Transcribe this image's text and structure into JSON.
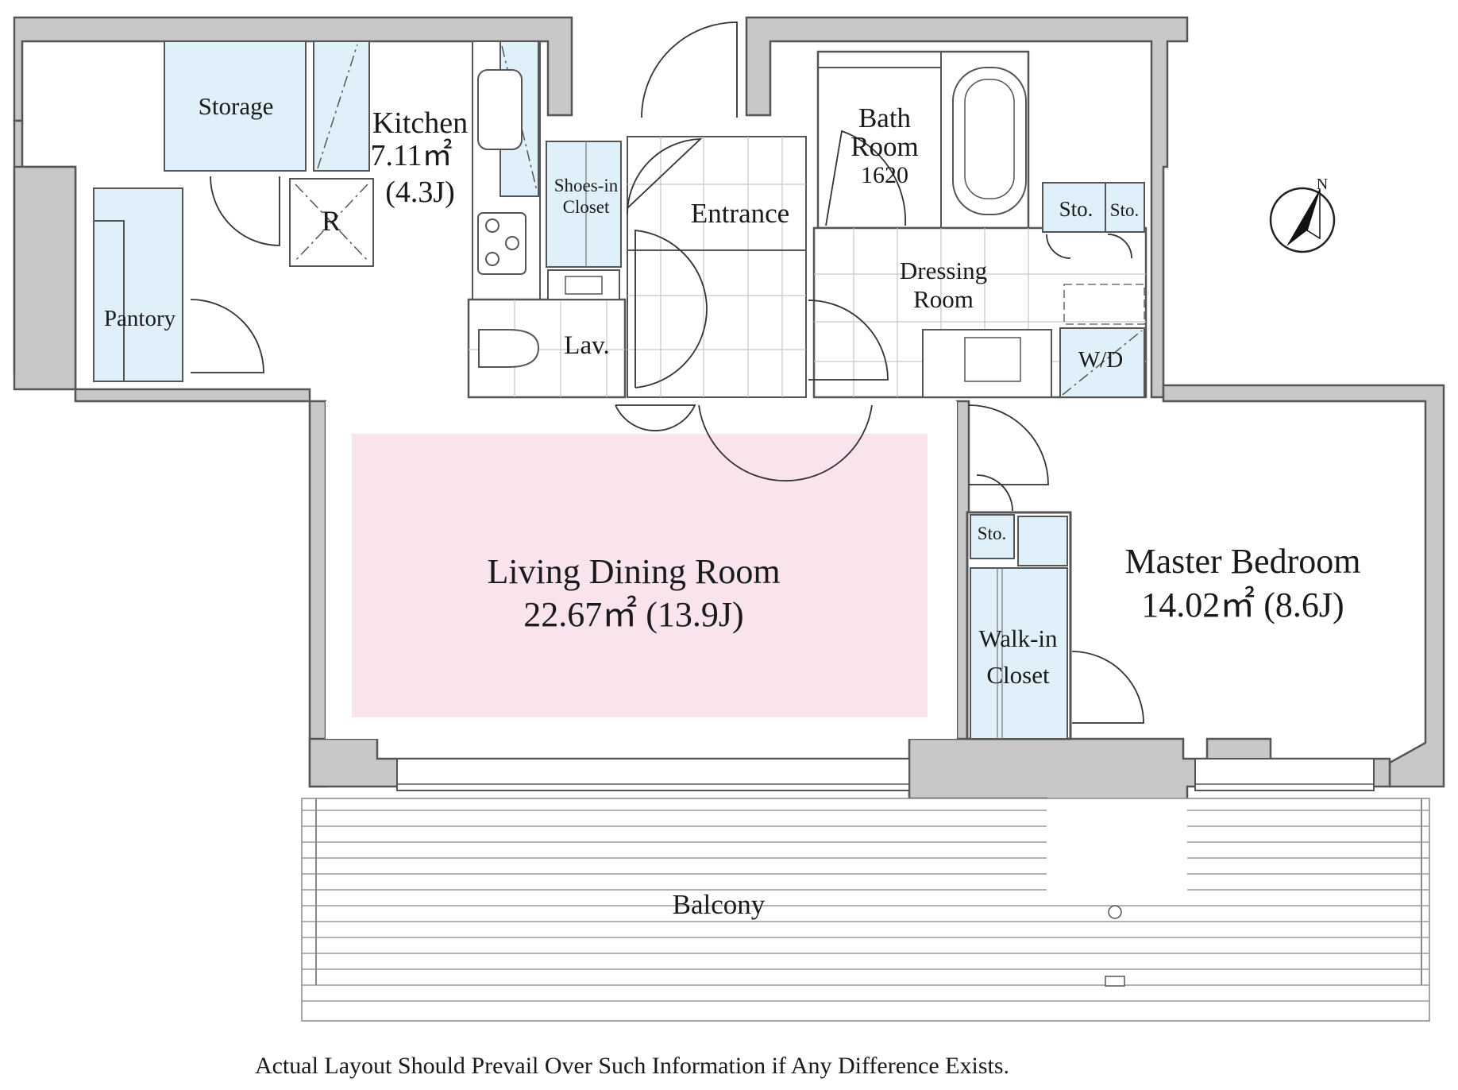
{
  "floorplan": {
    "rooms": {
      "storage": "Storage",
      "kitchen": "Kitchen",
      "kitchen_area": "7.11㎡",
      "kitchen_jo": "(4.3J)",
      "refrigerator": "R",
      "pantry": "Pantory",
      "shoes_in_closet_1": "Shoes-in",
      "shoes_in_closet_2": "Closet",
      "entrance": "Entrance",
      "bath_room_1": "Bath",
      "bath_room_2": "Room",
      "bath_size": "1620",
      "storage_a": "Sto.",
      "storage_b": "Sto.",
      "dressing_room_1": "Dressing",
      "dressing_room_2": "Room",
      "lavatory": "Lav.",
      "washer_dryer": "W/D",
      "living_dining": "Living Dining Room",
      "living_dining_area": "22.67㎡ (13.9J)",
      "closet_storage": "Sto.",
      "walk_in_closet_1": "Walk-in",
      "walk_in_closet_2": "Closet",
      "master_bedroom": "Master Bedroom",
      "master_bedroom_area": "14.02㎡ (8.6J)",
      "balcony": "Balcony"
    },
    "compass_label": "N",
    "disclaimer": "Actual Layout Should Prevail Over Such Information if Any Difference Exists.",
    "colors": {
      "wall": "#c8c8c8",
      "living_highlight": "#f9e4ee",
      "storage_fill": "#dff0fa",
      "outline": "#555555"
    }
  }
}
